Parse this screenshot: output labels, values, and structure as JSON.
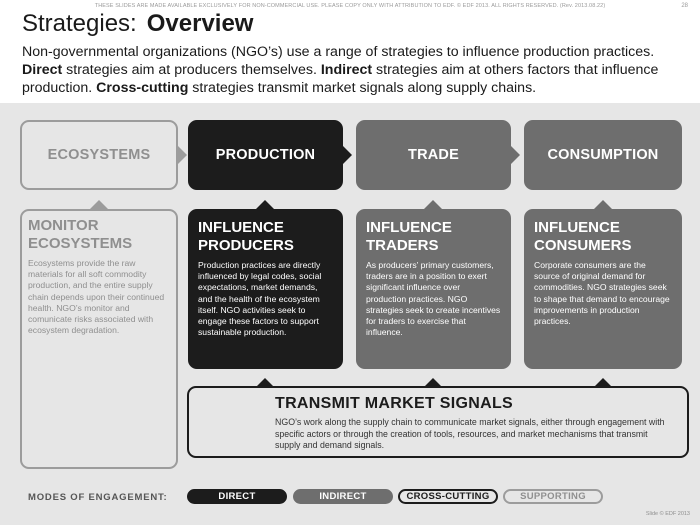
{
  "header": {
    "disclaimer": "THESE SLIDES ARE MADE AVAILABLE EXCLUSIVELY FOR NON-COMMERCIAL USE. PLEASE COPY ONLY WITH ATTRIBUTION TO EDF. © EDF 2013. ALL RIGHTS RESERVED. (Rev. 2013.08.22)",
    "page_number": "28"
  },
  "title": {
    "prefix": "Strategies:",
    "main": "Overview"
  },
  "intro": {
    "part1": "Non-governmental organizations (NGO’s) use a range of strategies to influence production practices. ",
    "direct_word": "Direct",
    "part2": " strategies aim at producers themselves. ",
    "indirect_word": "Indirect",
    "part3": " strategies aim at others factors that influence production. ",
    "cross_word": "Cross-cutting",
    "part4": " strategies transmit market signals along supply chains."
  },
  "stages": {
    "ecosystems": "ECOSYSTEMS",
    "production": "PRODUCTION",
    "trade": "TRADE",
    "consumption": "CONSUMPTION"
  },
  "info": {
    "monitor": {
      "title_line1": "MONITOR",
      "title_line2": "ECOSYSTEMS",
      "body": "Ecosystems provide the raw materials for all soft commodity production, and the entire supply chain depends upon their continued health. NGO’s monitor and comunicate risks associated with ecosystem degradation."
    },
    "producers": {
      "title_line1": "INFLUENCE",
      "title_line2": "PRODUCERS",
      "body": "Production practices are directly influenced by legal codes, social expectations, market demands, and the health of the ecosystem itself. NGO activities seek to engage these factors to support sustainable production."
    },
    "traders": {
      "title_line1": "INFLUENCE",
      "title_line2": "TRADERS",
      "body": "As producers’ primary customers, traders are in a position to exert significant influence over production practices. NGO strategies seek to create incentives for traders to exercise that influence."
    },
    "consumers": {
      "title_line1": "INFLUENCE",
      "title_line2": "CONSUMERS",
      "body": "Corporate consumers are the source of original demand for commodities. NGO strategies seek to shape that demand to encourage improvements in production practices."
    }
  },
  "transmit": {
    "title": "TRANSMIT MARKET SIGNALS",
    "body": "NGO’s work along the supply chain to communicate market signals, either through engagement with specific actors or through the creation of tools, resources, and market mechanisms that transmit supply and demand signals."
  },
  "legend": {
    "label": "MODES OF ENGAGEMENT:",
    "direct": "DIRECT",
    "indirect": "INDIRECT",
    "cross_cutting": "CROSS-CUTTING",
    "supporting": "SUPPORTING"
  },
  "footer": {
    "credit": "Slide © EDF 2013"
  },
  "colors": {
    "direct": "#1c1c1c",
    "indirect": "#6e6e6e",
    "supporting": "#9c9c9c",
    "background": "#e6e6e6"
  }
}
